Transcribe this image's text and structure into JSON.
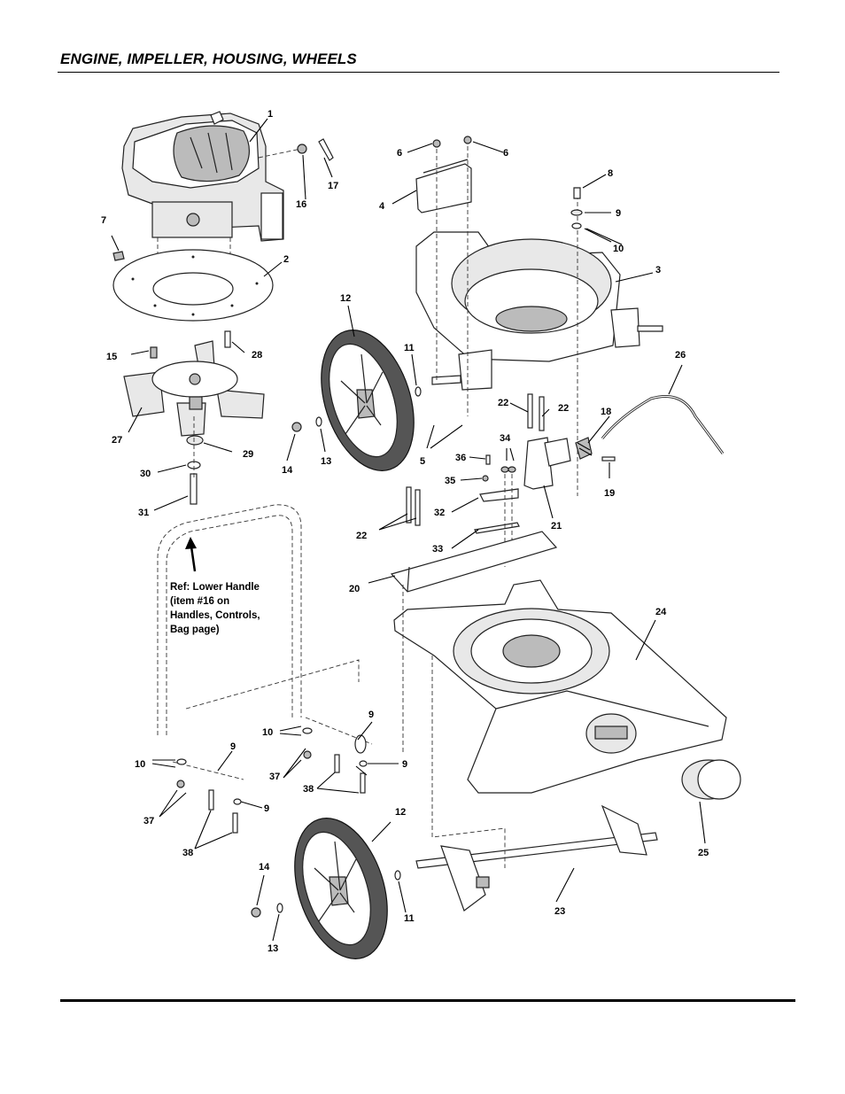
{
  "page": {
    "title": "ENGINE, IMPELLER, HOUSING, WHEELS"
  },
  "callouts": {
    "c1": "1",
    "c2": "2",
    "c3": "3",
    "c4": "4",
    "c5": "5",
    "c6a": "6",
    "c6b": "6",
    "c7": "7",
    "c8": "8",
    "c9a": "9",
    "c9b": "9",
    "c9c": "9",
    "c9d": "9",
    "c9e": "9",
    "c10a": "10",
    "c10b": "10",
    "c10c": "10",
    "c11a": "11",
    "c11b": "11",
    "c12a": "12",
    "c12b": "12",
    "c13a": "13",
    "c13b": "13",
    "c14a": "14",
    "c14b": "14",
    "c15": "15",
    "c16": "16",
    "c17": "17",
    "c18": "18",
    "c19": "19",
    "c20": "20",
    "c21": "21",
    "c22a": "22",
    "c22b": "22",
    "c22c": "22",
    "c23": "23",
    "c24": "24",
    "c25": "25",
    "c26": "26",
    "c27": "27",
    "c28": "28",
    "c29": "29",
    "c30": "30",
    "c31": "31",
    "c32": "32",
    "c33": "33",
    "c34": "34",
    "c35": "35",
    "c36": "36",
    "c37a": "37",
    "c37b": "37",
    "c38a": "38",
    "c38b": "38"
  },
  "reference_note": {
    "line1": "Ref: Lower Handle",
    "line2": "(item #16 on",
    "line3": "Handles, Controls,",
    "line4": "Bag page)"
  }
}
